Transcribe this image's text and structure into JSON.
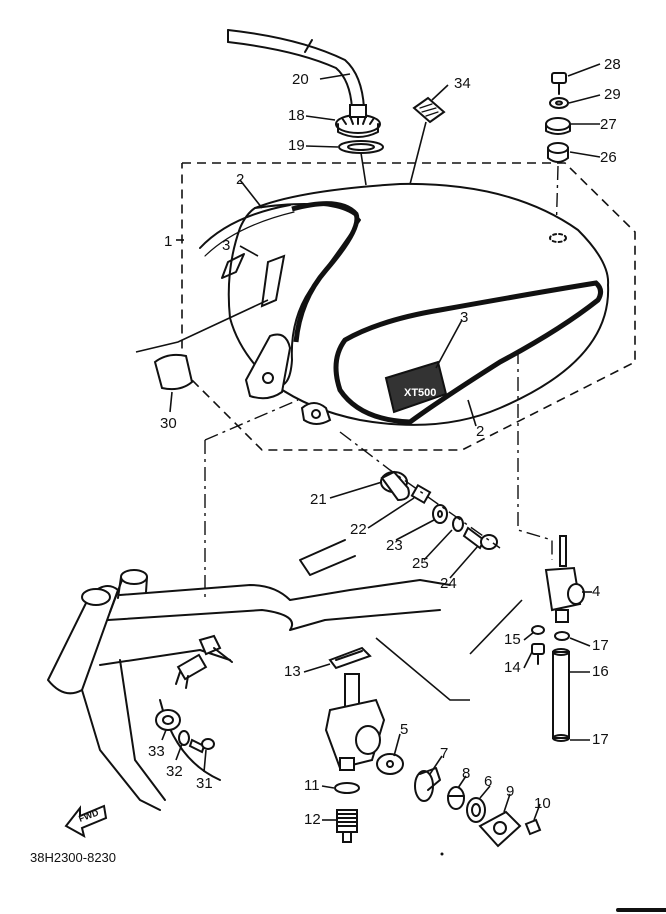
{
  "diagram": {
    "catalog_code": "38H2300-8230",
    "direction_arrow": "FWD",
    "tank_badge_text": "XT500",
    "callouts": {
      "n1": "1",
      "n2a": "2",
      "n2b": "2",
      "n3a": "3",
      "n3b": "3",
      "n4": "4",
      "n5": "5",
      "n6": "6",
      "n7": "7",
      "n8": "8",
      "n9": "9",
      "n10": "10",
      "n11": "11",
      "n12": "12",
      "n13": "13",
      "n14": "14",
      "n15": "15",
      "n16": "16",
      "n17a": "17",
      "n17b": "17",
      "n18": "18",
      "n19": "19",
      "n20": "20",
      "n21": "21",
      "n22": "22",
      "n23": "23",
      "n24": "24",
      "n25": "25",
      "n26": "26",
      "n27": "27",
      "n28": "28",
      "n29": "29",
      "n30": "30",
      "n31": "31",
      "n32": "32",
      "n33": "33",
      "n34": "34"
    }
  }
}
